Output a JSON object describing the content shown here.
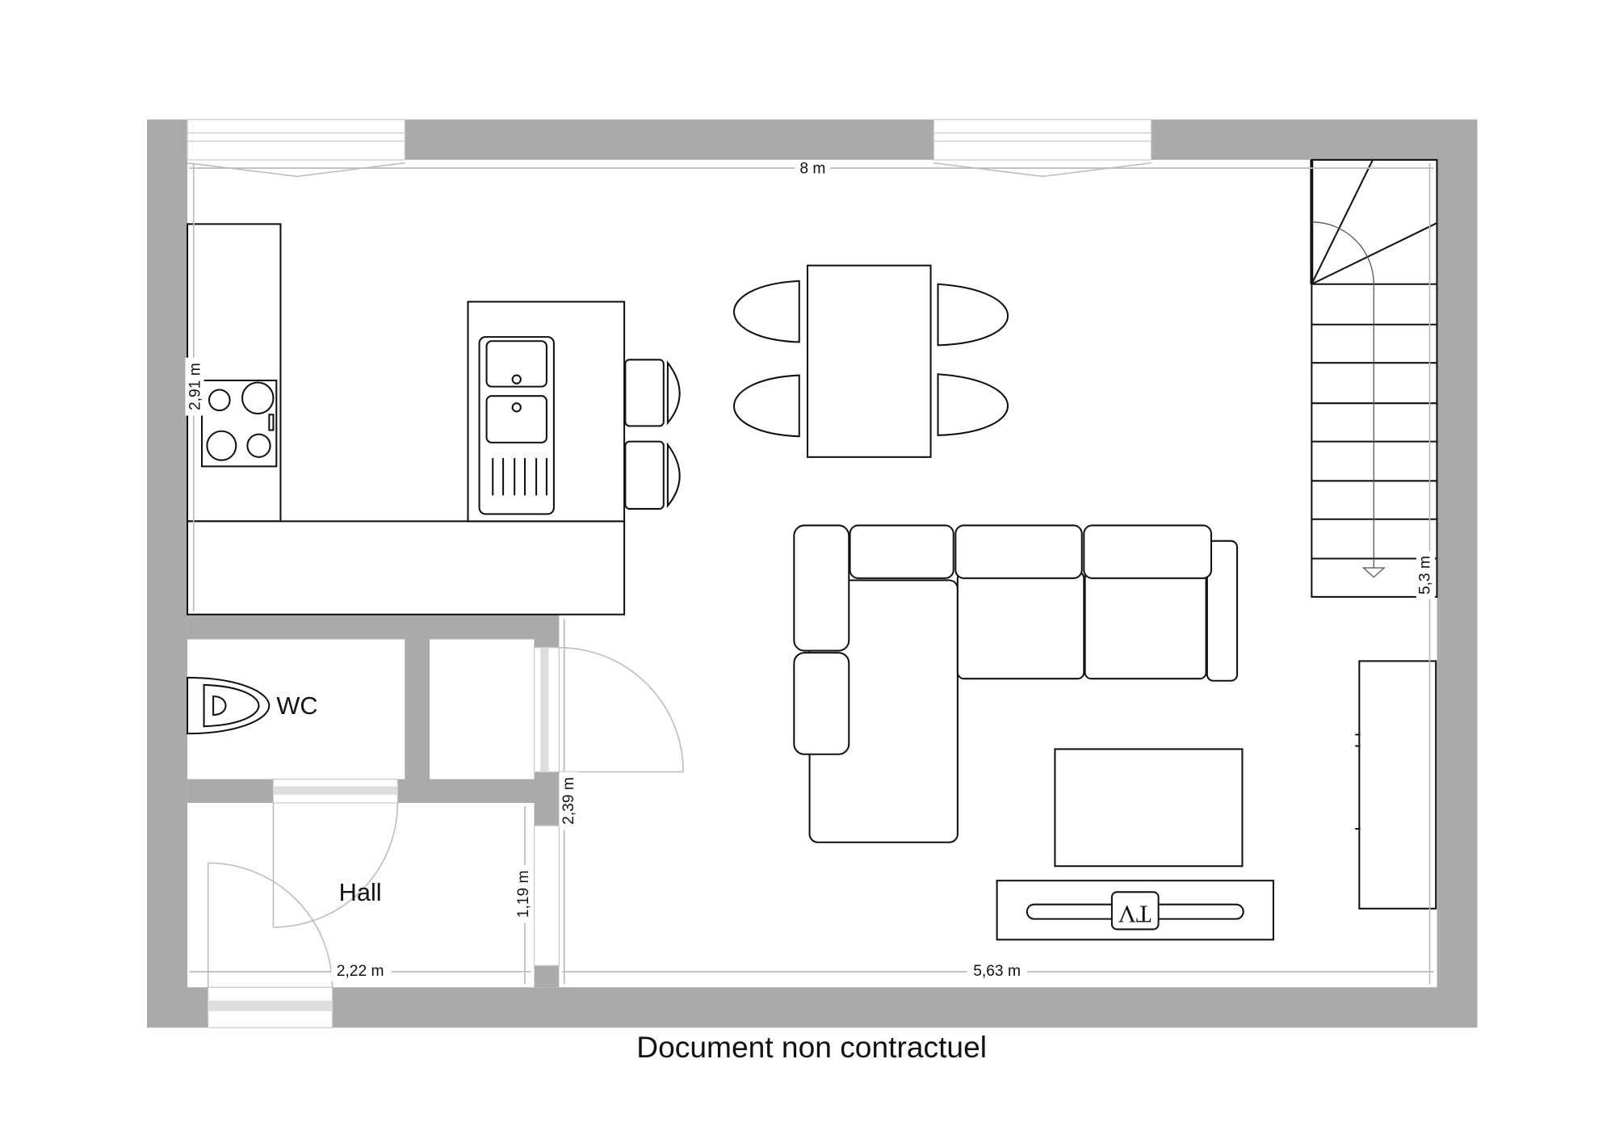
{
  "plan": {
    "rooms": {
      "wc": "WC",
      "hall": "Hall"
    },
    "furniture": {
      "tv_label": "TV"
    },
    "dimensions": {
      "total_width": "8 m",
      "kitchen_depth": "2,91 m",
      "total_depth": "5,3 m",
      "hall_side": "2,39 m",
      "hall_depth": "1,19 m",
      "hall_width": "2,22 m",
      "living_width": "5,63 m"
    },
    "stairs": {
      "step_count": 8
    },
    "colors": {
      "wall": "#aaaaaa",
      "line": "#111111",
      "dimension": "#bbbbbb"
    }
  },
  "footer": {
    "disclaimer": "Document non contractuel"
  }
}
